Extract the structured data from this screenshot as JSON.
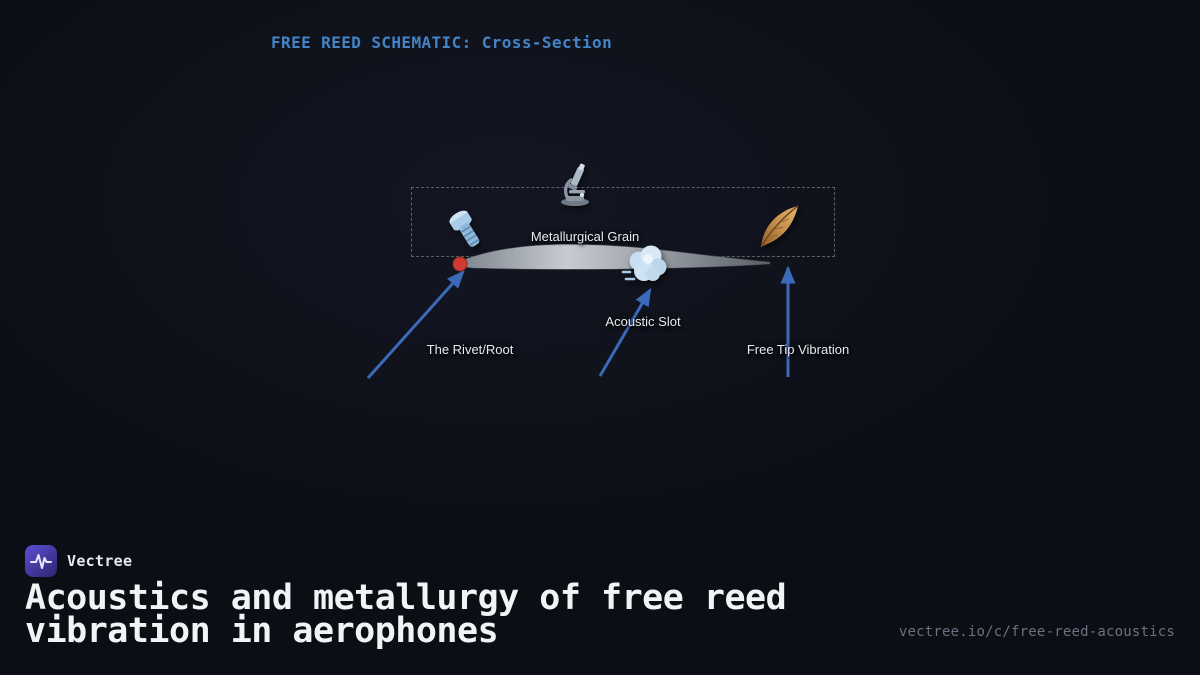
{
  "colors": {
    "background": "#0d0f17",
    "accent_blue": "#4384c8",
    "arrow_blue": "#3a6ab8",
    "rivet_red": "#cf3b33",
    "logo_purple": "#5d50d8"
  },
  "header": {
    "title": "FREE REED SCHEMATIC: Cross-Section"
  },
  "diagram": {
    "labels": {
      "grain": "Metallurgical Grain",
      "slot": "Acoustic Slot",
      "rivet": "The Rivet/Root",
      "tip": "Free Tip Vibration"
    },
    "icons": {
      "bolt": "bolt-icon",
      "microscope": "microscope-icon",
      "air_puff": "air-puff-icon",
      "feather": "feather-icon"
    }
  },
  "footer": {
    "brand": "Vectree",
    "title": "Acoustics and metallurgy of free reed vibration in aerophones",
    "url": "vectree.io/c/free-reed-acoustics"
  }
}
